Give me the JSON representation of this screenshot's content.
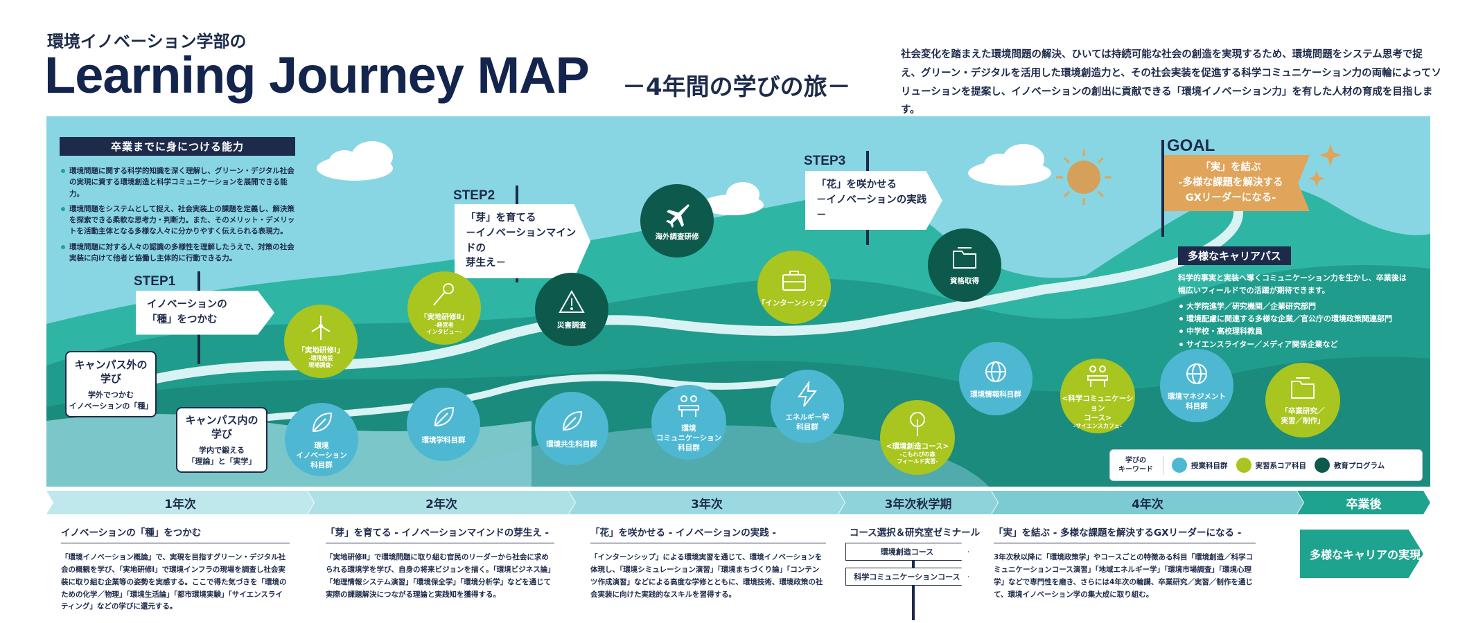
{
  "header": {
    "subtitle": "環境イノベーション学部の",
    "title": "Learning Journey MAP",
    "title_tag": "－4年間の学びの旅－",
    "intro": "社会変化を踏まえた環境問題の解決、ひいては持続可能な社会の創造を実現するため、環境問題をシステム思考で捉え、グリーン・デジタルを活用した環境創造力と、その社会実装を促進する科学コミュニケーション力の両輪によってソリューションを提案し、イノベーションの創出に貢献できる「環境イノベーション力」を有した人材の育成を目指します。"
  },
  "abilities": {
    "title": "卒業までに身につける能力",
    "items": [
      "環境問題に関する科学的知識を深く理解し、グリーン・デジタル社会の実現に資する環境創造と科学コミュニケーションを展開できる能力。",
      "環境問題をシステムとして捉え、社会実装上の課題を定義し、解決策を探索できる柔軟な思考力・判断力。また、そのメリット・デメリットを活動主体となる多様な人々に分かりやすく伝えられる表現力。",
      "環境問題に対する人々の認識の多様性を理解したうえで、対策の社会実装に向けて他者と協働し主体的に行動できる力。"
    ]
  },
  "steps": [
    {
      "label": "STEP1",
      "sign": "イノベーションの\n「種」をつかむ"
    },
    {
      "label": "STEP2",
      "sign": "「芽」を育てる\n－イノベーションマインドの\n芽生え－"
    },
    {
      "label": "STEP3",
      "sign": "「花」を咲かせる\n－イノベーションの実践－"
    }
  ],
  "goal": {
    "label": "GOAL",
    "flag": "「実」を結ぶ\n-多様な課題を解決する\nGXリーダーになる-"
  },
  "campus": {
    "outside": {
      "title": "キャンパス外の\n学び",
      "desc": "学外でつかむ\nイノベーションの「種」"
    },
    "inside": {
      "title": "キャンパス内の\n学び",
      "desc": "学内で鍛える\n「理論」と「実学」"
    }
  },
  "circles": {
    "jicchi1": {
      "t": "「実地研修Ⅰ」",
      "s": "-環境施設\n現場調査-",
      "icon": "windmill-icon"
    },
    "jicchi2": {
      "t": "「実地研修Ⅱ」",
      "s": "-経営者\nインタビュー-",
      "icon": "microphone-icon"
    },
    "saigai": {
      "t": "災害調査",
      "icon": "warning-icon"
    },
    "kaigai": {
      "t": "海外調査研修",
      "icon": "airplane-icon"
    },
    "intern": {
      "t": "「インターンシップ」",
      "icon": "briefcase-icon"
    },
    "shikaku": {
      "t": "資格取得",
      "icon": "folder-icon"
    },
    "kankyo": {
      "t": "環境\nイノベーション\n科目群",
      "icon": "leaf-icon"
    },
    "kankyogaku": {
      "t": "環境学科目群",
      "icon": "leaf-icon"
    },
    "kyosei": {
      "t": "環境共生科目群",
      "icon": "leaf-icon"
    },
    "comm": {
      "t": "環境\nコミュニケーション\n科目群",
      "icon": "meeting-icon"
    },
    "energy": {
      "t": "エネルギー学\n科目群",
      "icon": "lightning-icon"
    },
    "souzou": {
      "t": "<環境創造コース>",
      "s": "-こもれびの森\nフィールド実習-",
      "icon": "tree-icon"
    },
    "joho": {
      "t": "環境情報科目群",
      "icon": "globe-icon"
    },
    "kagaku": {
      "t": "<科学コミュニケーション\nコース>",
      "s": "-サイエンスカフェ-",
      "icon": "meeting-icon"
    },
    "management": {
      "t": "環境マネジメント\n科目群",
      "icon": "globe-icon"
    },
    "sotsugyo": {
      "t": "「卒業研究／\n実習／制作」",
      "icon": "folder-icon"
    }
  },
  "career": {
    "title": "多様なキャリアパス",
    "desc": "科学的事実と実装へ導くコミュニケーション力を生かし、卒業後は幅広いフィールドでの活躍が期待できます。",
    "items": [
      "大学院進学／研究機関／企業研究部門",
      "環境配慮に関連する多様な企業／官公庁の環境政策関連部門",
      "中学校・高校理科教員",
      "サイエンスライター／メディア関係企業など"
    ]
  },
  "legend": {
    "title": "学びの\nキーワード",
    "items": [
      "授業科目群",
      "実習系コア科目",
      "教育プログラム"
    ]
  },
  "timeline": [
    "1年次",
    "2年次",
    "3年次",
    "3年次秋学期",
    "4年次",
    "卒業後"
  ],
  "years": {
    "y1": {
      "h": "イノベーションの「種」をつかむ",
      "d": "「環境イノベーション概論」で、実現を目指すグリーン・デジタル社会の概観を学び、「実地研修Ⅰ」で環境インフラの現場を調査し社会実装に取り組む企業等の姿勢を実感する。ここで得た気づきを「環境のための化学／物理」「環境生活論」「都市環境実験」「サイエンスライティング」などの学びに還元する。"
    },
    "y2": {
      "h": "「芽」を育てる - イノベーションマインドの芽生え -",
      "d": "「実地研修Ⅱ」で環境問題に取り組む官民のリーダーから社会に求められる環境学を学び、自身の将来ビジョンを描く。「環境ビジネス論」「地理情報システム演習」「環境保全学」「環境分析学」などを通じて実際の課題解決につながる理論と実践知を獲得する。"
    },
    "y3": {
      "h": "「花」を咲かせる - イノベーションの実践 -",
      "d": "「インターンシップ」による環境実習を通じて、環境イノベーションを体現し、「環境シミュレーション演習」「環境まちづくり論」「コンテンツ作成演習」などによる高度な学修とともに、環境技術、環境政策の社会実装に向けた実践的なスキルを習得する。"
    },
    "y3a": {
      "h": "コース選択＆研究室ゼミナール",
      "courses": [
        "環境創造コース",
        "科学コミュニケーションコース"
      ]
    },
    "y4": {
      "h": "「実」を結ぶ - 多様な課題を解決するGXリーダーになる -",
      "d": "3年次秋以降に「環境政策学」やコースごとの特徴ある科目「環境創造／科学コミュニケーションコース演習」「地域エネルギー学」「環境市場調査」「環境心理学」などで専門性を磨き、さらには4年次の輪講、卒業研究／実習／制作を通じて、環境イノベーション学の集大成に取り組む。"
    },
    "after": {
      "cta": "多様なキャリアの実現"
    }
  },
  "colors": {
    "navy": "#1d2a4a",
    "sky": "#88d6e3",
    "teal": "#1ea38e",
    "blue": "#4eb8d3",
    "lime": "#a9c51f",
    "dark": "#0d5a4d",
    "gold": "#e0a45a"
  }
}
